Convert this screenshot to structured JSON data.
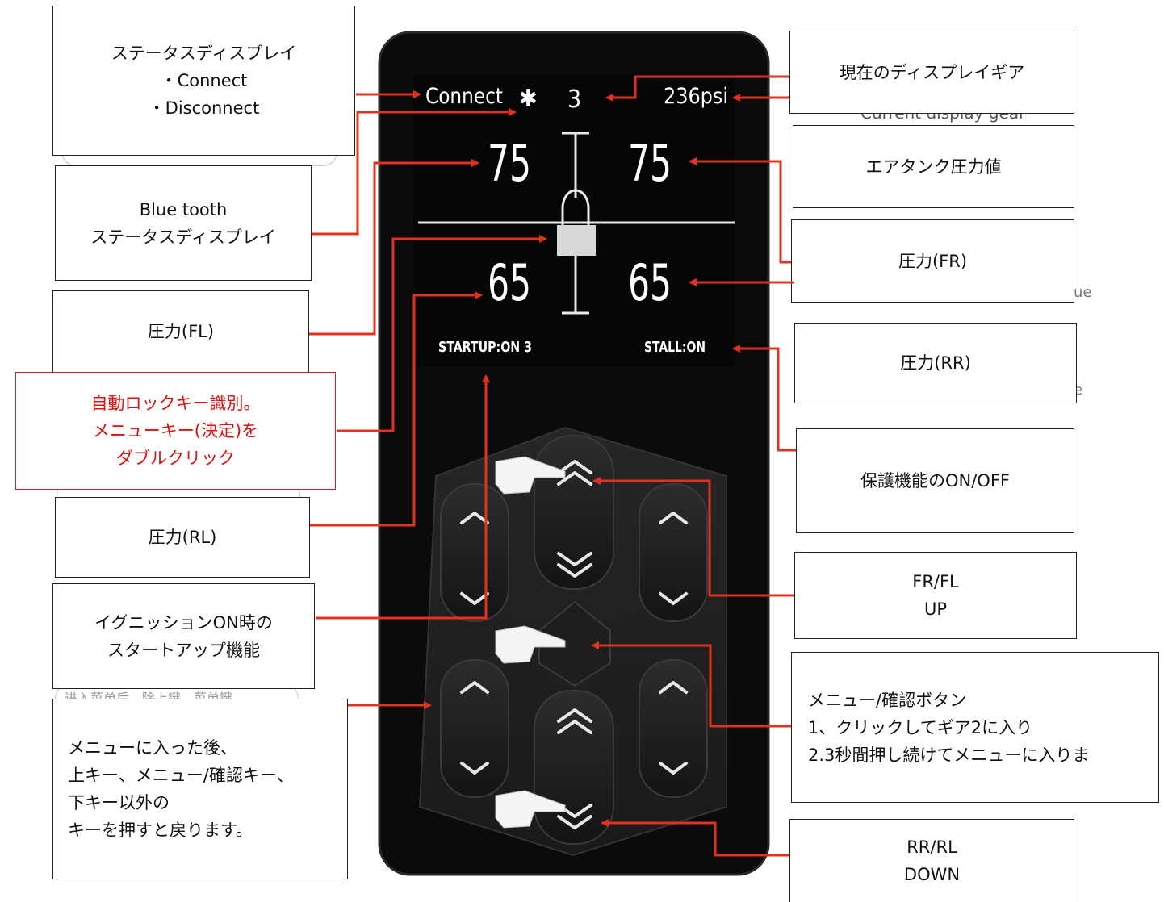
{
  "device": {
    "connect_label": "Connect",
    "gear": "3",
    "tank_pressure": "236psi",
    "fl_pressure": "75",
    "fr_pressure": "75",
    "rl_pressure": "65",
    "rr_pressure": "65",
    "startup_status": "STARTUP:ON 3",
    "stall_status": "STALL:ON"
  },
  "callouts": {
    "status_display": {
      "title": "ステータスディスプレイ",
      "line1": "・Connect",
      "line2": "・Disconnect"
    },
    "bluetooth_status": {
      "line1": "Blue tooth",
      "line2": "ステータスディスプレイ"
    },
    "pressure_fl": "圧力(FL)",
    "auto_lock": {
      "line1": "自動ロックキー識別。",
      "line2": "メニューキー(決定)を",
      "line3": "ダブルクリック"
    },
    "pressure_rl": "圧力(RL)",
    "ignition_startup": {
      "line1": "イグニッションON時の",
      "line2": "スタートアップ機能"
    },
    "menu_return": {
      "line1": "メニューに入った後、",
      "line2": "上キー、メニュー/確認キー、",
      "line3": "下キー以外の",
      "line4": "キーを押すと戻ります。"
    },
    "current_gear": "現在のディスプレイギア",
    "tank_pressure": "エアタンク圧力値",
    "pressure_fr": "圧力(FR)",
    "pressure_rr": "圧力(RR)",
    "protection": "保護機能のON/OFF",
    "fr_fl_up": {
      "line1": "FR/FL",
      "line2": "UP"
    },
    "menu_confirm": {
      "line1": "メニュー/確認ボタン",
      "line2": "1、クリックしてギア2に入り",
      "line3": "2.3秒間押し続けてメニューに入りま"
    },
    "rr_rl_down": {
      "line1": "RR/RL",
      "line2": "DOWN"
    }
  },
  "background_fragments": {
    "gear_en": "Current display gear",
    "value_fragment": "ue",
    "e_fragment": "e",
    "cn_fragment": "进入菜单后，除上键、菜单键"
  },
  "colors": {
    "arrow": "#e0321e",
    "device_body": "#0c0c0c",
    "highlight_red": "#e01010"
  }
}
